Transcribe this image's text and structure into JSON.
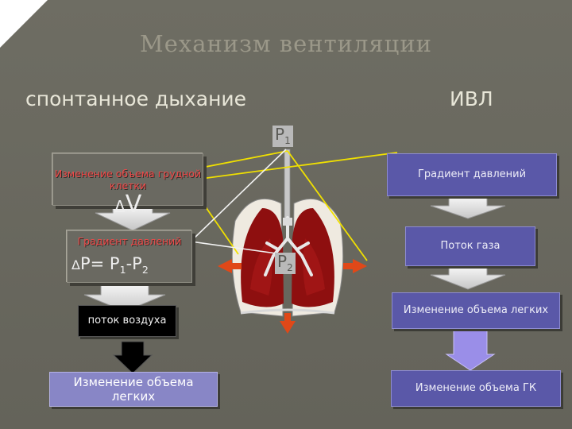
{
  "title": "Механизм вентиляции",
  "left_header": "спонтанное дыхание",
  "right_header": "ИВЛ",
  "p1": {
    "base": "P",
    "sub": "1"
  },
  "p2": {
    "base": "P",
    "sub": "2"
  },
  "left": {
    "box1": "Изменение объема грудной клетки",
    "dv_delta": "Δ",
    "dv_var": "V",
    "box2_title": "Градиент давлений",
    "formula": {
      "delta": "Δ",
      "p": "P",
      "eq": "= ",
      "p1": "P",
      "s1": "1",
      "minus": "-",
      "p2": "P",
      "s2": "2"
    },
    "box3": "поток воздуха",
    "box4": "Изменение объема легких"
  },
  "right": {
    "box1": "Градиент давлений",
    "box2": "Поток газа",
    "box3": "Изменение объема легких",
    "box4": "Изменение объема ГК"
  },
  "colors": {
    "background": "#6e6d63",
    "blue_box": "#5a58a8",
    "arrow_light": "#dcdcdc",
    "arrow_purple": "#9a8ee8",
    "arrow_red": "#e04818",
    "highlight_red": "#f04848",
    "connector_yellow": "#f0e000"
  }
}
